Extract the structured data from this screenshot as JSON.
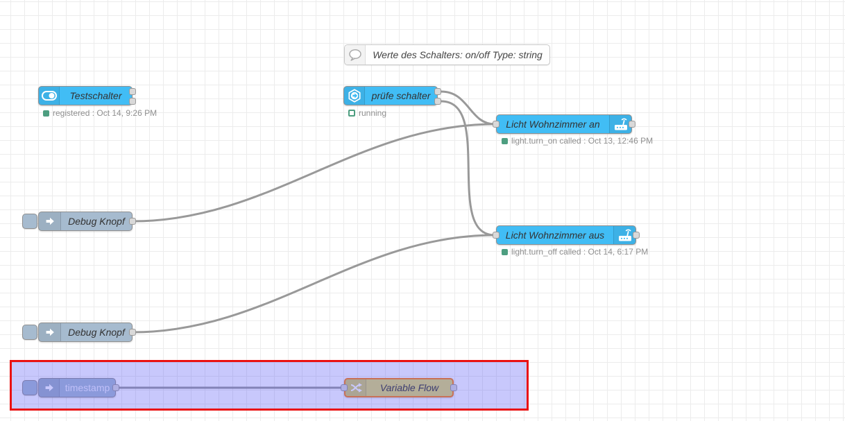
{
  "canvas": {
    "type": "node-red-flow-editor"
  },
  "nodes": {
    "comment": {
      "label": "Werte des Schalters: on/off Type: string"
    },
    "testschalter": {
      "label": "Testschalter",
      "status": "registered : Oct 14, 9:26 PM"
    },
    "pruefe_schalter": {
      "label": "prüfe schalter",
      "status": "running"
    },
    "licht_an": {
      "label": "Licht Wohnzimmer an",
      "status": "light.turn_on called : Oct 13, 12:46 PM"
    },
    "licht_aus": {
      "label": "Licht Wohnzimmer aus",
      "status": "light.turn_off called : Oct 14, 6:17 PM"
    },
    "debug_knopf_1": {
      "label": "Debug Knopf"
    },
    "debug_knopf_2": {
      "label": "Debug Knopf"
    },
    "timestamp": {
      "label": "timestamp"
    },
    "variable_flow": {
      "label": "Variable Flow"
    }
  },
  "colors": {
    "ha_node_blue": "#41bdf5",
    "inject_node_gray": "#a6bbcf",
    "function_node_yellow": "#e2d96e",
    "status_green": "#4d9e80",
    "wire_gray": "#999999",
    "selection_border_red": "#ea1111",
    "selection_fill_purple": "rgba(85,85,245,0.32)",
    "selected_node_border_orange": "#ff7f0e"
  }
}
